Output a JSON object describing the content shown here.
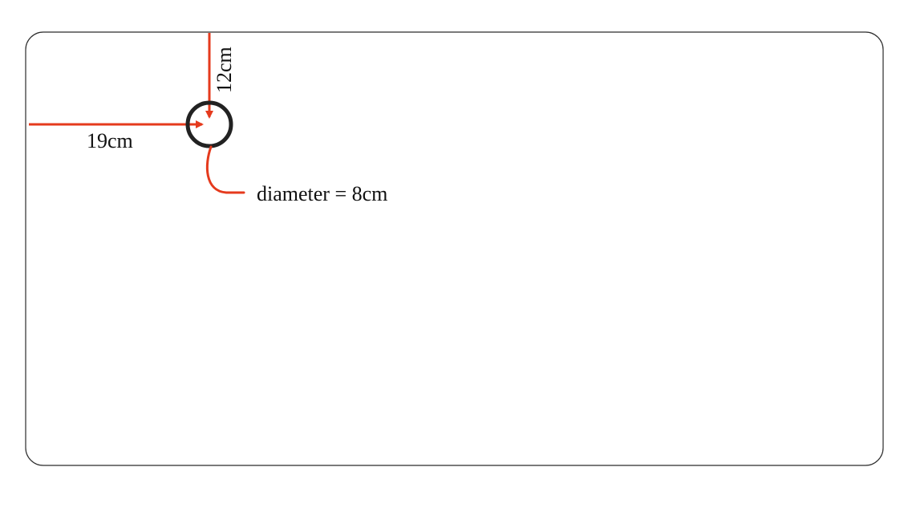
{
  "diagram": {
    "labels": {
      "horizontal_distance": "19cm",
      "vertical_distance": "12cm",
      "diameter": "diameter = 8cm"
    },
    "colors": {
      "panel_border": "#2b2b2b",
      "circle": "#222222",
      "arrow": "#e53a1d",
      "text": "#111111"
    }
  }
}
